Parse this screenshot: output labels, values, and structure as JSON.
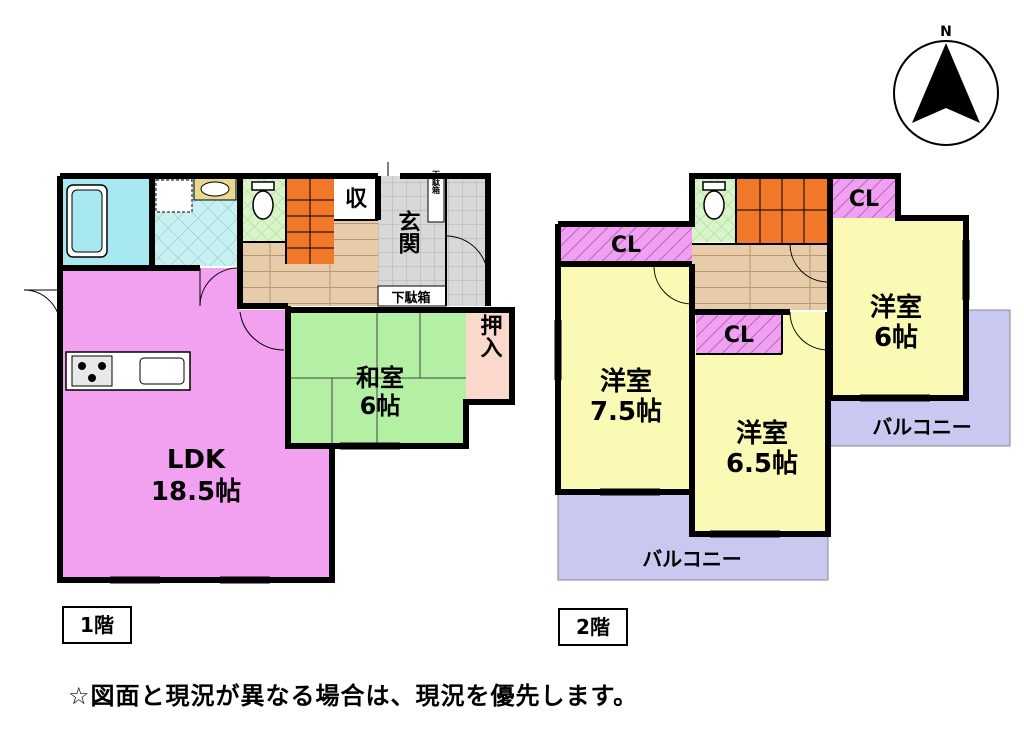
{
  "compass": {
    "label": "N"
  },
  "floor1": {
    "tag": "1階",
    "rooms": {
      "ldk_name": "LDK",
      "ldk_size": "18.5帖",
      "washitsu_name": "和室",
      "washitsu_size": "6帖",
      "genkan": "玄関",
      "shuno": "収",
      "oshiire": "押入",
      "getabako": "下駄箱",
      "getabako_small": "下駄箱"
    }
  },
  "floor2": {
    "tag": "2階",
    "rooms": {
      "closet_label": "CL",
      "western_a_name": "洋室",
      "western_a_size": "7.5帖",
      "western_b_name": "洋室",
      "western_b_size": "6.5帖",
      "western_c_name": "洋室",
      "western_c_size": "6帖",
      "balcony_label": "バルコニー"
    }
  },
  "note": "☆図面と現況が異なる場合は、現況を優先します。",
  "colors": {
    "ldk": "#f2a0f0",
    "washitsu": "#b4f0a4",
    "western": "#fafab4",
    "balcony": "#c8c8f0",
    "closet": "#f0a0f0",
    "stairs": "#f07828",
    "wood": "#e6cca8",
    "tile": "#d8d8d8",
    "bath": "#a8e8f0",
    "wall": "#000000"
  }
}
